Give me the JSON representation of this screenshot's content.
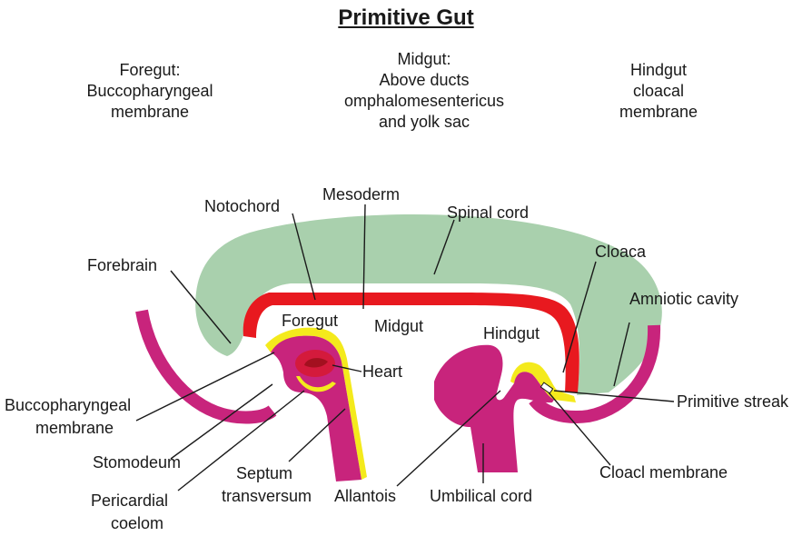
{
  "title": "Primitive Gut",
  "regions": {
    "foregut": [
      "Foregut:",
      "Buccopharyngeal",
      "membrane"
    ],
    "midgut": [
      "Midgut:",
      "Above ducts",
      "omphalomesentericus",
      "and yolk sac"
    ],
    "hindgut": [
      "Hindgut",
      "cloacal",
      "membrane"
    ]
  },
  "labels": {
    "notochord": "Notochord",
    "mesoderm": "Mesoderm",
    "spinal_cord": "Spinal cord",
    "forebrain": "Forebrain",
    "cloaca": "Cloaca",
    "amniotic_cavity": "Amniotic cavity",
    "foregut": "Foregut",
    "midgut": "Midgut",
    "hindgut": "Hindgut",
    "heart": "Heart",
    "primitive_streak": "Primitive streak",
    "buccopharyngeal_membrane": [
      "Buccopharyngeal",
      "membrane"
    ],
    "stomodeum": "Stomodeum",
    "septum_transversum": [
      "Septum",
      "transversum"
    ],
    "pericardial_coelom": [
      "Pericardial",
      "coelom"
    ],
    "allantois": "Allantois",
    "umbilical_cord": "Umbilical cord",
    "cloacl_membrane": "Cloacl membrane"
  },
  "colors": {
    "neural_tissue": "#a9d0ad",
    "endoderm": "#e8191f",
    "mesoderm_body": "#c8247c",
    "ectoderm_lining": "#f4ea1c",
    "heart": "#d41a3c",
    "heart_inner": "#a3101f",
    "leader_line": "#1a1a1a"
  }
}
